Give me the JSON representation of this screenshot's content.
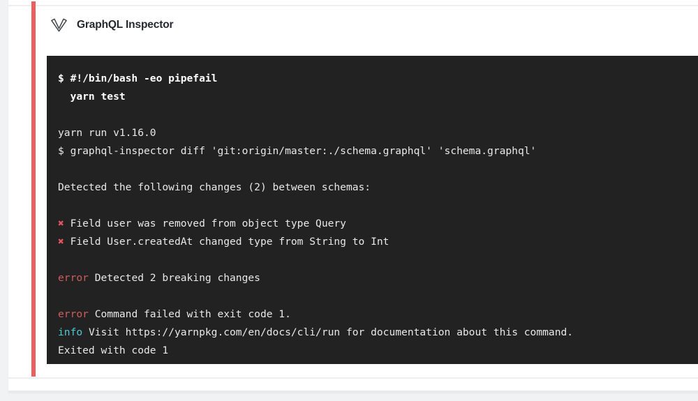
{
  "header": {
    "title": "GraphQL Inspector",
    "icon": "graphql-chevron-icon"
  },
  "colors": {
    "accent_bar": "#eb5f5f",
    "terminal_bg": "#222222",
    "terminal_fg": "#e8e8e8",
    "error": "#cd5c5c",
    "info": "#4dc9d4",
    "cross": "#e0555f",
    "page_bg": "#f1f2f4",
    "card_bg": "#ffffff"
  },
  "terminal": {
    "lines": [
      {
        "id": "cmd-shebang",
        "bold": true,
        "segments": [
          {
            "text": "$ #!/bin/bash -eo pipefail"
          }
        ]
      },
      {
        "id": "cmd-yarn-test",
        "bold": true,
        "segments": [
          {
            "text": "  yarn test"
          }
        ]
      },
      {
        "id": "blank-1",
        "blank": true,
        "segments": []
      },
      {
        "id": "yarn-run-version",
        "segments": [
          {
            "text": "yarn run v1.16.0"
          }
        ]
      },
      {
        "id": "cmd-inspector-diff",
        "segments": [
          {
            "text": "$ graphql-inspector diff 'git:origin/master:./schema.graphql' 'schema.graphql'"
          }
        ]
      },
      {
        "id": "blank-2",
        "blank": true,
        "segments": []
      },
      {
        "id": "detected-changes",
        "segments": [
          {
            "text": "Detected the following changes (2) between schemas:"
          }
        ]
      },
      {
        "id": "blank-3",
        "blank": true,
        "segments": []
      },
      {
        "id": "change-1",
        "segments": [
          {
            "text": "✖",
            "style": "cross"
          },
          {
            "text": " Field user was removed from object type Query"
          }
        ]
      },
      {
        "id": "change-2",
        "segments": [
          {
            "text": "✖",
            "style": "cross"
          },
          {
            "text": " Field User.createdAt changed type from String to Int"
          }
        ]
      },
      {
        "id": "blank-4",
        "blank": true,
        "segments": []
      },
      {
        "id": "error-breaking",
        "segments": [
          {
            "text": "error",
            "style": "error"
          },
          {
            "text": " Detected 2 breaking changes"
          }
        ]
      },
      {
        "id": "blank-5",
        "blank": true,
        "segments": []
      },
      {
        "id": "error-exit",
        "segments": [
          {
            "text": "error",
            "style": "error"
          },
          {
            "text": " Command failed with exit code 1."
          }
        ]
      },
      {
        "id": "info-visit",
        "segments": [
          {
            "text": "info",
            "style": "info"
          },
          {
            "text": " Visit https://yarnpkg.com/en/docs/cli/run for documentation about this command."
          }
        ]
      },
      {
        "id": "exited-code",
        "segments": [
          {
            "text": "Exited with code 1"
          }
        ]
      }
    ]
  }
}
